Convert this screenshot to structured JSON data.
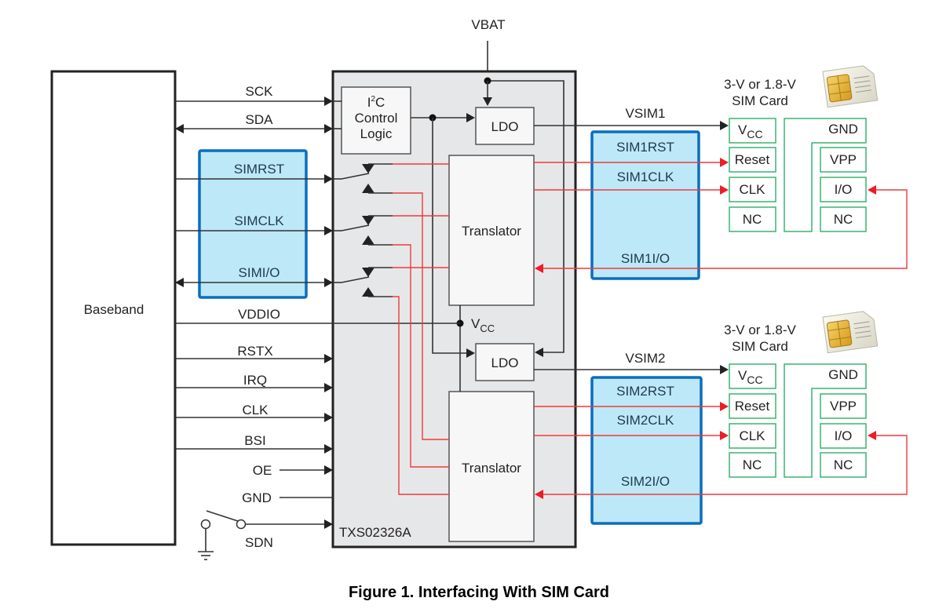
{
  "figure": {
    "caption": "Figure 1.  Interfacing With SIM Card",
    "vbat": "VBAT",
    "baseband": "Baseband",
    "chip_name": "TXS02326A",
    "i2c_block": {
      "line1_prefix": "I",
      "line1_sup": "2",
      "line1_suffix": "C",
      "line2": "Control",
      "line3": "Logic"
    },
    "ldo_label": "LDO",
    "translator_label": "Translator",
    "vcc_internal": {
      "main": "V",
      "sub": "CC"
    },
    "baseband_signals": {
      "sck": "SCK",
      "sda": "SDA",
      "simrst": "SIMRST",
      "simclk": "SIMCLK",
      "simio": "SIMI/O",
      "vddio": "VDDIO",
      "rstx": "RSTX",
      "irq": "IRQ",
      "clk": "CLK",
      "bsi": "BSI",
      "oe": "OE",
      "gnd": "GND",
      "sdn": "SDN"
    },
    "sim1": {
      "supply": "VSIM1",
      "card_title_1": "3-V or 1.8-V",
      "card_title_2": "SIM Card",
      "signals": [
        "SIM1RST",
        "SIM1CLK",
        "SIM1I/O"
      ]
    },
    "sim2": {
      "supply": "VSIM2",
      "card_title_1": "3-V or 1.8-V",
      "card_title_2": "SIM Card",
      "signals": [
        "SIM2RST",
        "SIM2CLK",
        "SIM2I/O"
      ]
    },
    "sim_pins": {
      "vcc_main": "V",
      "vcc_sub": "CC",
      "left": [
        "Reset",
        "CLK",
        "NC"
      ],
      "right": [
        "GND",
        "VPP",
        "I/O",
        "NC"
      ]
    },
    "colors": {
      "chip_fill": "#e6e7e9",
      "highlight_fill": "#bde8f7",
      "highlight_border": "#0a6ebd",
      "signal_red": "#ee3b3b",
      "sim_pin_green": "#3cb371"
    }
  }
}
